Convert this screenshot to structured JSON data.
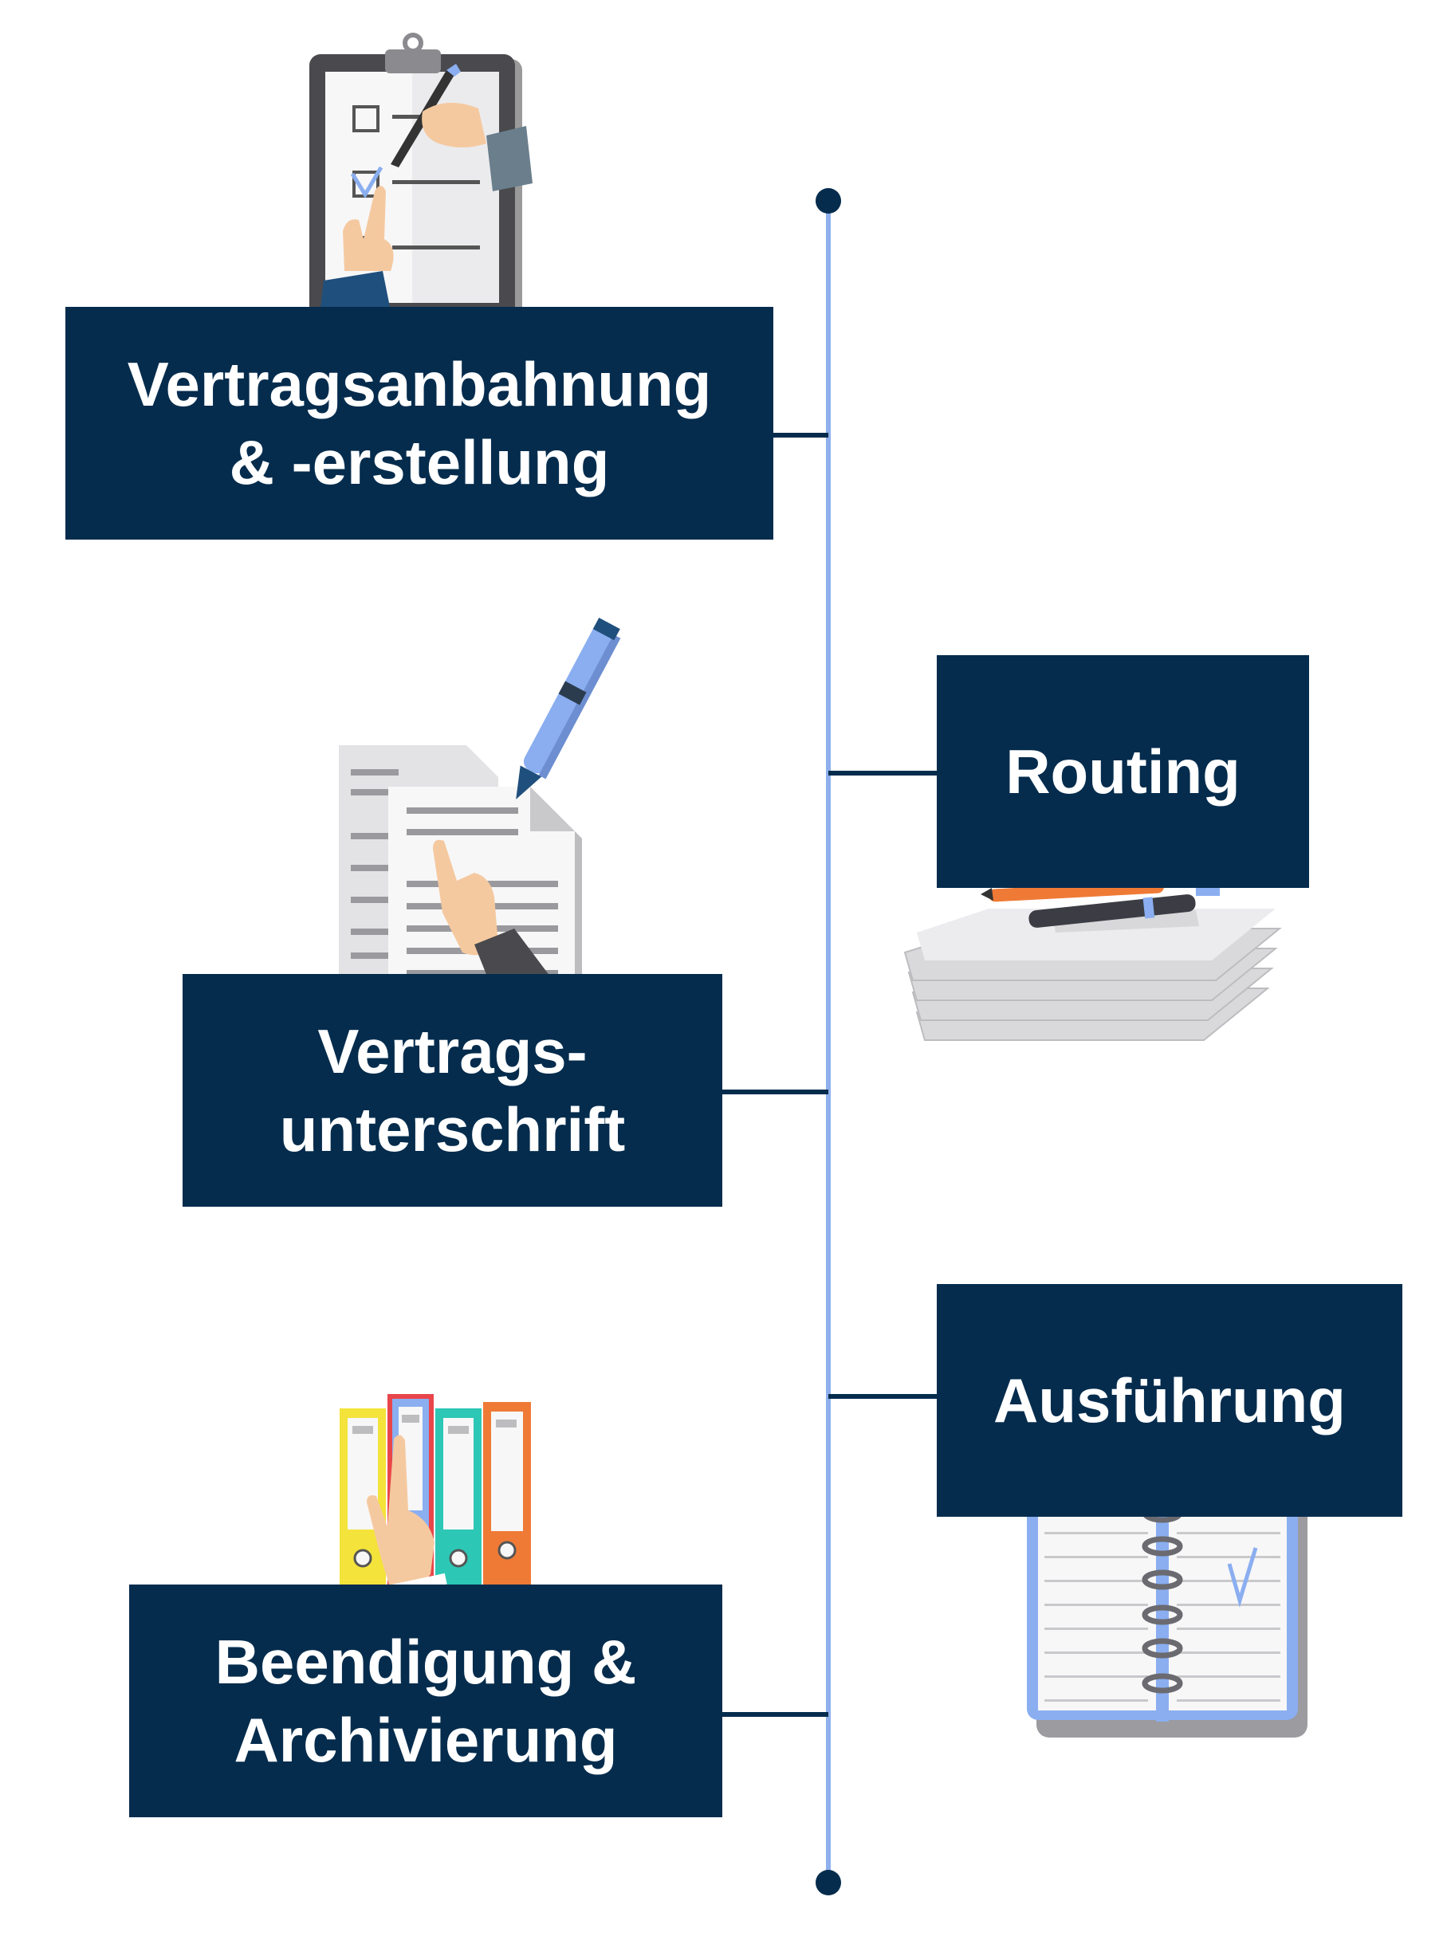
{
  "steps": [
    {
      "id": "vertragsanbahnung",
      "lines": [
        "Vertragsanbahnung",
        "& -erstellung"
      ],
      "icon": "clipboard-checklist-icon"
    },
    {
      "id": "routing",
      "lines": [
        "Routing"
      ],
      "icon": "paper-stack-pens-icon"
    },
    {
      "id": "unterschrift",
      "lines": [
        "Vertrags-",
        "unterschrift"
      ],
      "icon": "document-signing-pen-icon"
    },
    {
      "id": "ausfuehrung",
      "lines": [
        "Ausführung"
      ],
      "icon": "planner-notebook-icon"
    },
    {
      "id": "archivierung",
      "lines": [
        "Beendigung &",
        "Archivierung"
      ],
      "icon": "archive-binders-icon"
    }
  ],
  "colors": {
    "box": "#052c4d",
    "box_text": "#ffffff",
    "timeline": "#8fb0ec",
    "accent_blue": "#8aaef0",
    "skin": "#f5c9a0",
    "paper": "#e8e8ea"
  }
}
